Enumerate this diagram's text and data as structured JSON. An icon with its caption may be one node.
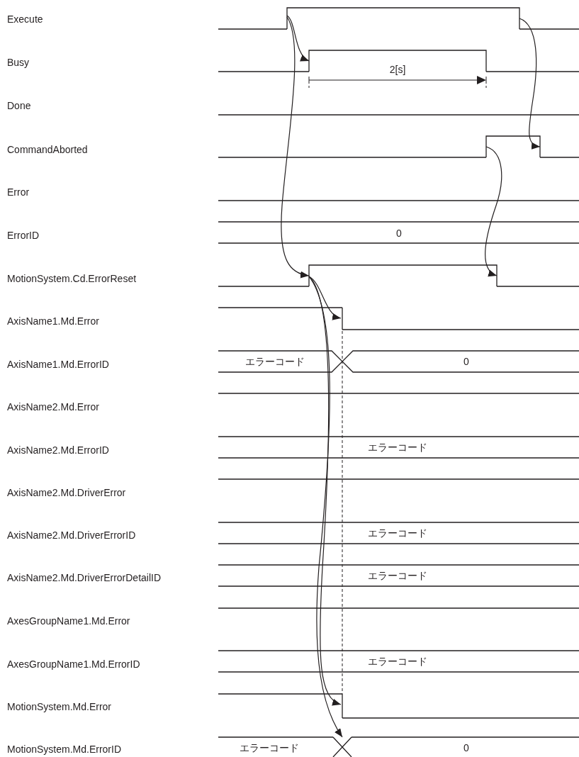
{
  "diagram": {
    "nodes": [
      {
        "text": [],
        "shape": "pulse"
      },
      {
        "text": [],
        "shape": "pulse"
      },
      {
        "text": [],
        "shape": "pulse"
      },
      {
        "text": [],
        "shape": "pulse"
      },
      {
        "text": [],
        "shape": "step"
      },
      {
        "text": [],
        "shape": "step"
      },
      {
        "text": [],
        "shape": "crossing"
      }
    ],
    "edges": [
      {
        "from": 0,
        "to": 1,
        "arrow": "to"
      },
      {
        "from": 0,
        "to": 3,
        "arrow": "to"
      },
      {
        "from": 0,
        "to": 2,
        "arrow": "to"
      },
      {
        "from": 2,
        "to": 3,
        "arrow": "to"
      },
      {
        "from": 3,
        "to": 4,
        "arrow": "to"
      },
      {
        "from": 3,
        "to": 5,
        "arrow": "to"
      },
      {
        "from": 3,
        "to": 6,
        "arrow": "to"
      }
    ],
    "labels": [
      "Execute",
      "Busy",
      "2[s]",
      "Done",
      "CommandAborted",
      "Error",
      "ErrorID",
      "0",
      "MotionSystem.Cd.ErrorReset",
      "AxisName1.Md.Error",
      "AxisName1.Md.ErrorID",
      "エラーコード",
      "0",
      "AxisName2.Md.Error",
      "AxisName2.Md.ErrorID",
      "エラーコード",
      "AxisName2.Md.DriverError",
      "AxisName2.Md.DriverErrorID",
      "エラーコード",
      "AxisName2.Md.DriverErrorDetailID",
      "エラーコード",
      "AxesGroupName1.Md.Error",
      "AxesGroupName1.Md.ErrorID",
      "エラーコード",
      "MotionSystem.Md.Error",
      "MotionSystem.Md.ErrorID",
      "エラーコード",
      "0"
    ]
  }
}
